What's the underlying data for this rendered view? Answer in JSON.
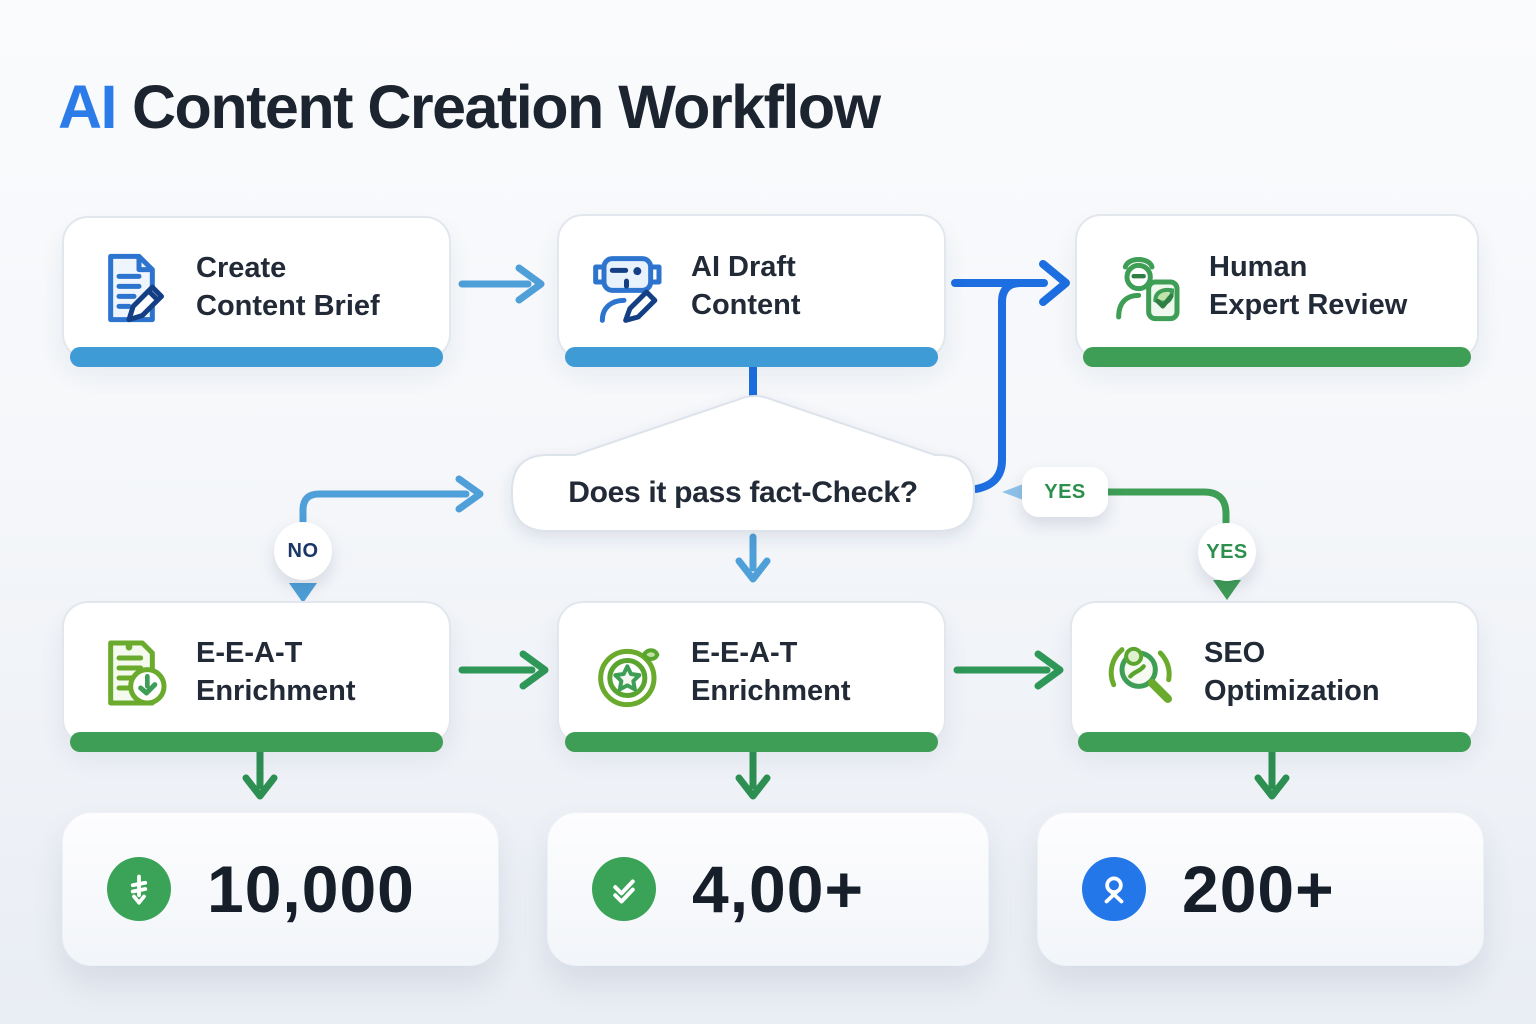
{
  "title": {
    "prefix": "AI",
    "rest": "Content Creation Workflow"
  },
  "palette": {
    "title_accent": "#2b7ce8",
    "dark_text": "#212a36",
    "blue_accent_edge": "#3e9bd6",
    "green_accent_edge": "#3f9e55",
    "light_blue_arrow": "#4f9fd8",
    "dark_blue_arrow": "#1d6ee0",
    "green_arrow": "#2e9858",
    "no_text": "#1c3668",
    "yes_text": "#2c8f4b",
    "stat_icon_green": "#3aa357",
    "stat_icon_blue": "#2377e8"
  },
  "process_boxes": [
    {
      "id": "create-content-brief",
      "icon": "document-pencil-icon",
      "lines": [
        "Create",
        "Content Brief"
      ]
    },
    {
      "id": "ai-draft-content",
      "icon": "robot-pencil-icon",
      "lines": [
        "AI Draft",
        "Content"
      ]
    },
    {
      "id": "human-expert-review",
      "icon": "person-badge-icon",
      "lines": [
        "Human",
        "Expert Review"
      ]
    },
    {
      "id": "eeat-enrichment-left",
      "icon": "document-check-icon",
      "lines": [
        "E-E-A-T",
        "Enrichment"
      ]
    },
    {
      "id": "eeat-enrichment-mid",
      "icon": "star-badge-icon",
      "lines": [
        "E-E-A-T",
        "Enrichment"
      ]
    },
    {
      "id": "seo-optimization",
      "icon": "seo-magnifier-icon",
      "lines": [
        "SEO",
        "Optimization"
      ]
    }
  ],
  "decision": {
    "question": "Does it pass fact-Check?"
  },
  "badges": {
    "no": "NO",
    "yes_left": "YES",
    "yes_right": "YES"
  },
  "stats": [
    {
      "value": "10,000",
      "icon": "coins-icon",
      "icon_color": "#3aa357"
    },
    {
      "value": "4,00+",
      "icon": "double-check-icon",
      "icon_color": "#3aa357"
    },
    {
      "value": "200+",
      "icon": "award-icon",
      "icon_color": "#2377e8"
    }
  ]
}
